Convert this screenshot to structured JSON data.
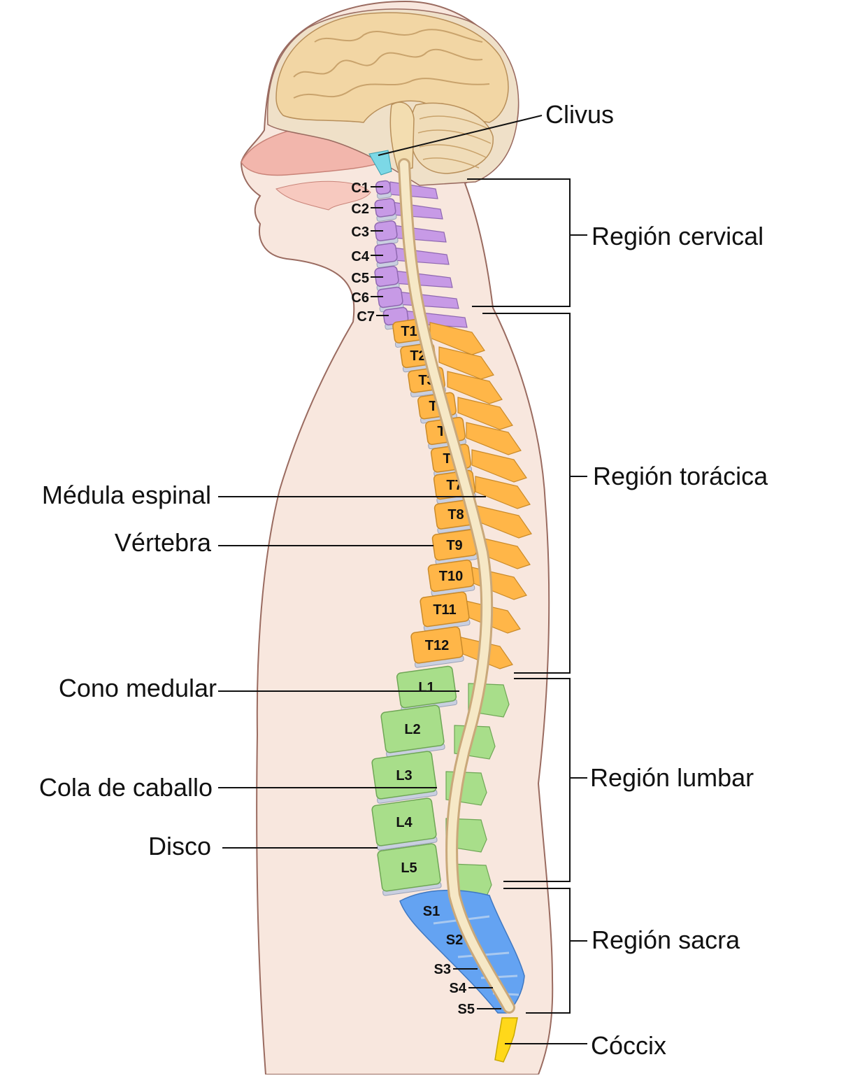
{
  "colors": {
    "body": "#f8e7de",
    "outline": "#9a6b60",
    "brain": "#f2d6a4",
    "cerebellum": "#f0dcb8",
    "nasal": "#f2b6ac",
    "cervical": "#c79ae6",
    "thoracic": "#ffb648",
    "lumbar": "#a8de8a",
    "sacral": "#64a3f2",
    "coccyx": "#ffd81a",
    "disc": "#c9cfe0",
    "cord": "#f6e8c6",
    "clivus": "#7cd8e6"
  },
  "labels": {
    "clivus": "Clivus",
    "region_cervical": "Región cervical",
    "region_thoracic": "Región torácica",
    "region_lumbar": "Región lumbar",
    "region_sacral": "Región sacra",
    "coccyx": "Cóccix",
    "spinal_cord": "Médula espinal",
    "vertebra": "Vértebra",
    "conus": "Cono medular",
    "cauda": "Cola de caballo",
    "disc": "Disco"
  },
  "cervical": [
    "C1",
    "C2",
    "C3",
    "C4",
    "C5",
    "C6",
    "C7"
  ],
  "thoracic": [
    "T1",
    "T2",
    "T3",
    "T4",
    "T5",
    "T6",
    "T7",
    "T8",
    "T9",
    "T10",
    "T11",
    "T12"
  ],
  "lumbar": [
    "L1",
    "L2",
    "L3",
    "L4",
    "L5"
  ],
  "sacral": [
    "S1",
    "S2",
    "S3",
    "S4",
    "S5"
  ]
}
